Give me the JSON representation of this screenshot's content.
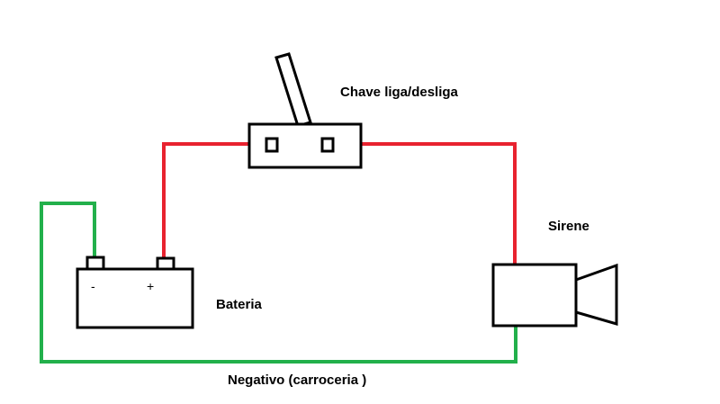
{
  "labels": {
    "switch": "Chave liga/desliga",
    "siren": "Sirene",
    "battery": "Bateria",
    "ground": "Negativo (carroceria )",
    "neg_terminal": "-",
    "pos_terminal": "+"
  },
  "colors": {
    "positive_wire": "#e8222f",
    "negative_wire": "#22b04b",
    "outline": "#000000",
    "background": "#ffffff"
  }
}
